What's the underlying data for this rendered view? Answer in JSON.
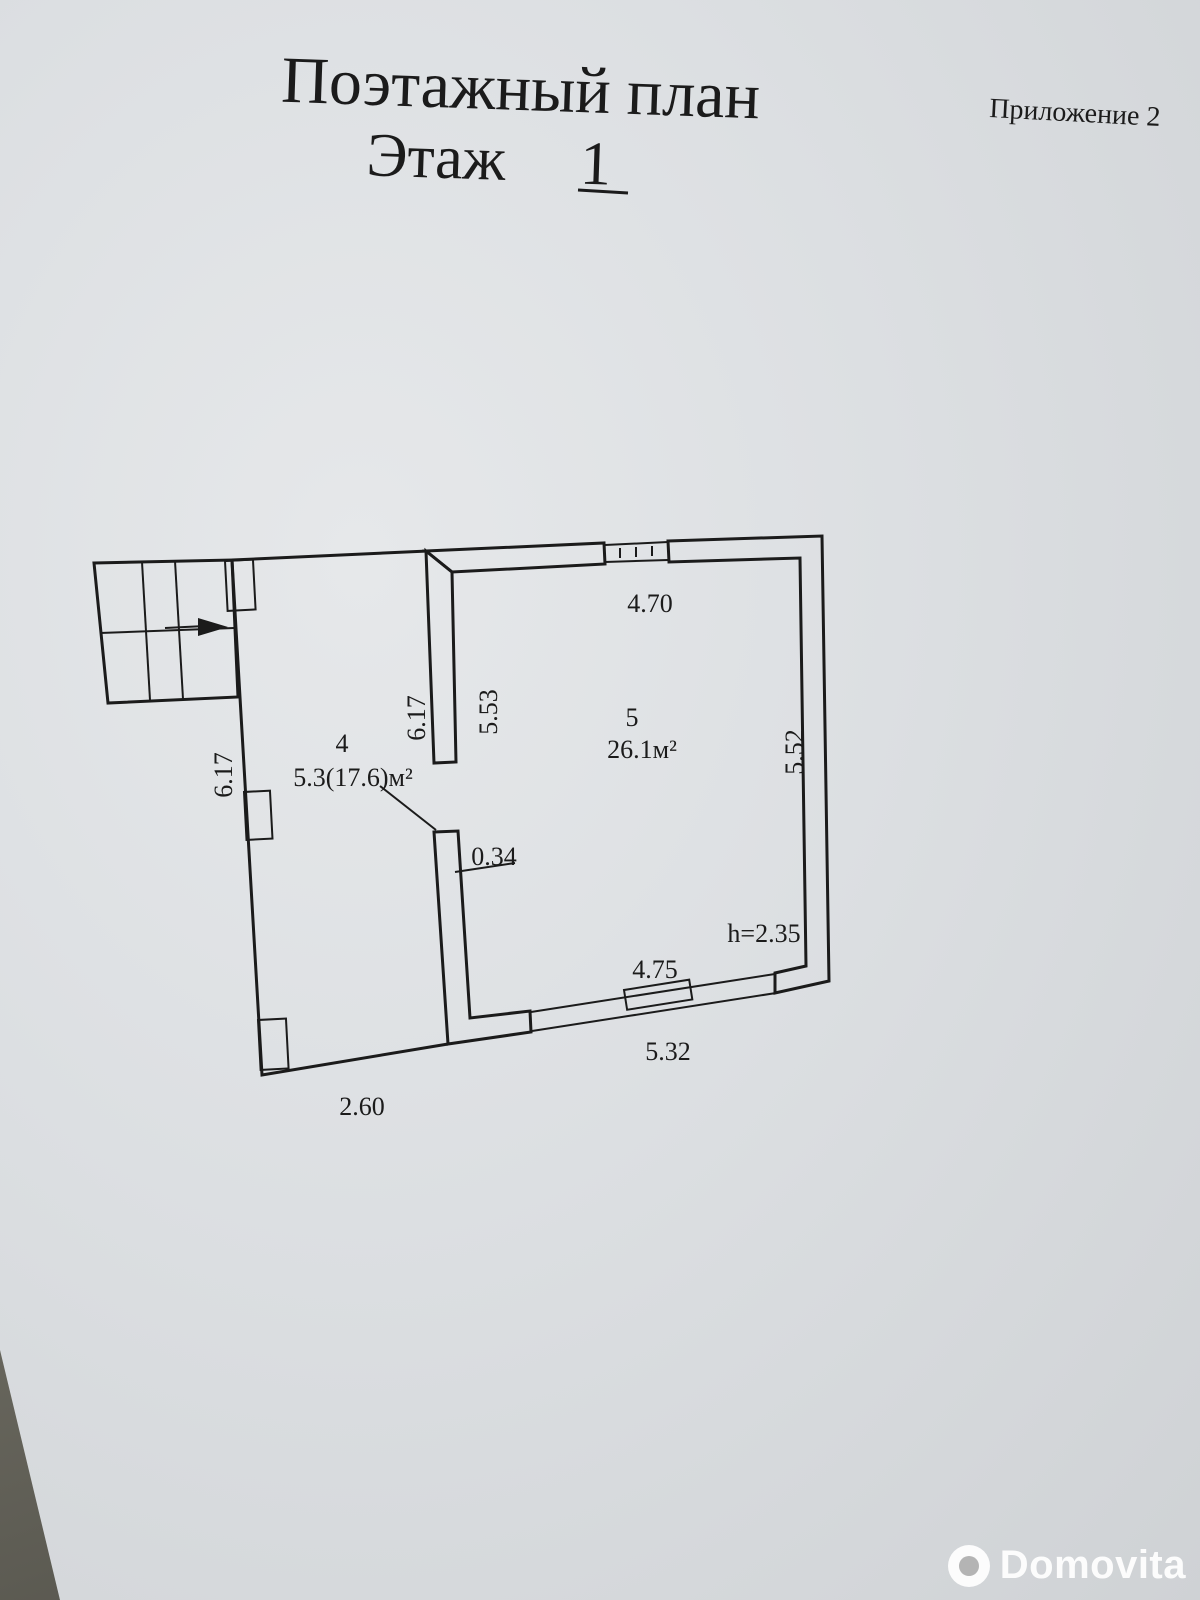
{
  "header": {
    "title": "Поэтажный план",
    "floor_prefix": "Этаж",
    "floor_number": "1",
    "appendix": "Приложение 2"
  },
  "rooms": {
    "room4": {
      "number": "4",
      "area": "5.3(17.6)м²"
    },
    "room5": {
      "number": "5",
      "area": "26.1м²"
    }
  },
  "dimensions": {
    "left_outer": "6.17",
    "inner_partition": "6.17",
    "room5_left": "5.53",
    "room5_right": "5.52",
    "top": "4.70",
    "bottom_inner": "4.75",
    "bottom_outer": "5.32",
    "room4_bottom": "2.60",
    "wall_thickness": "0.34",
    "ceiling_height": "h=2.35"
  },
  "watermark": {
    "logo_text": "Domovita",
    "logo_icon": "domovita-logo-icon"
  }
}
